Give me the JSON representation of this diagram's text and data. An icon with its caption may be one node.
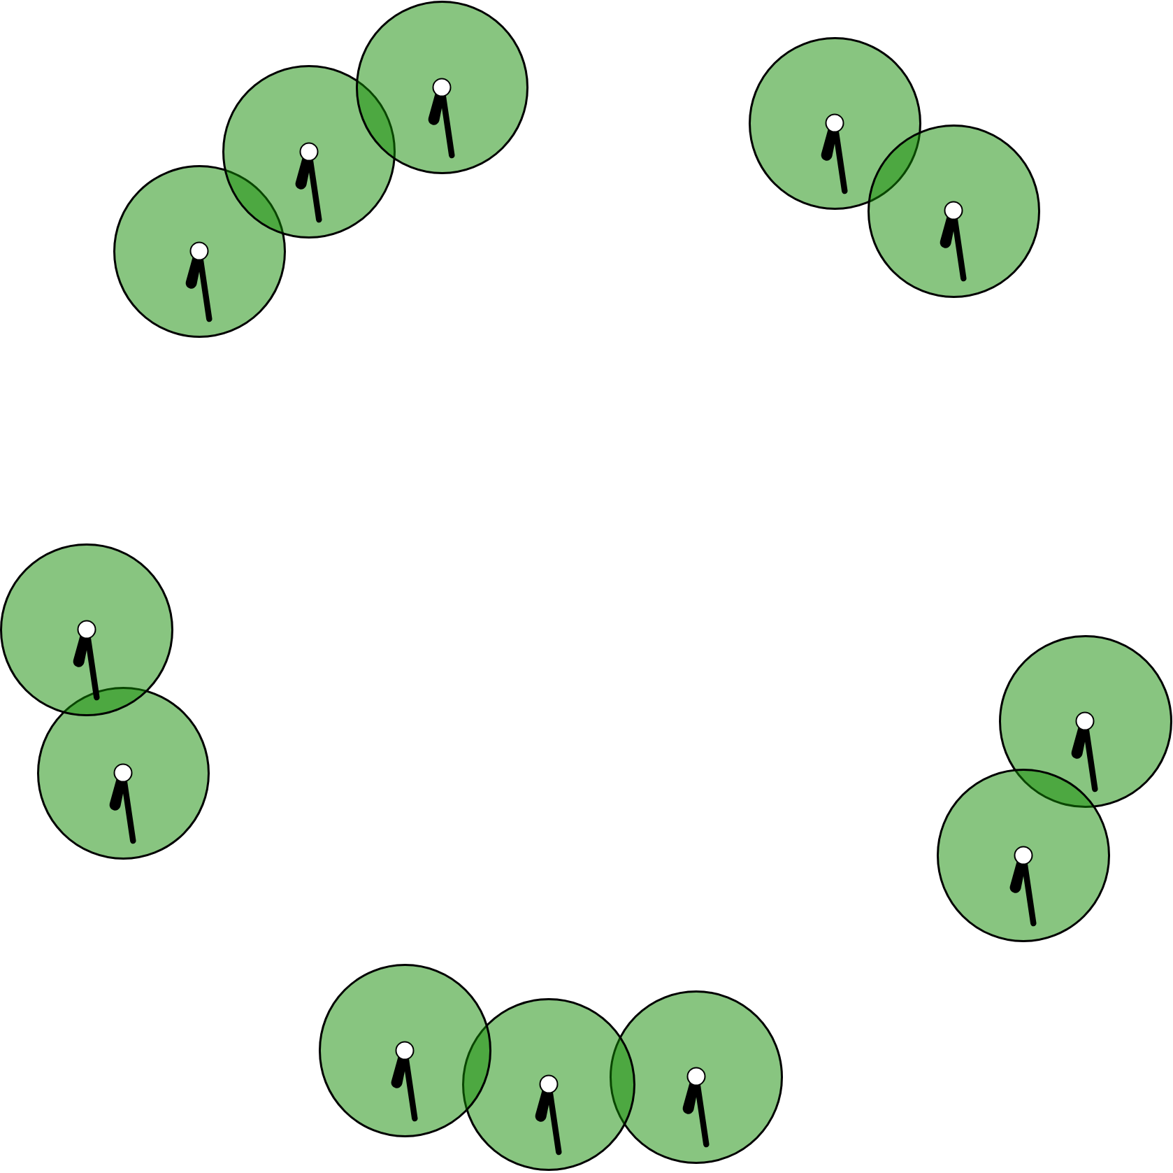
{
  "diagram": {
    "nodes": [
      {
        "text": [],
        "shape": "circle"
      },
      {
        "text": [],
        "shape": "circle"
      },
      {
        "text": [],
        "shape": "circle"
      },
      {
        "text": [],
        "shape": "circle"
      },
      {
        "text": [],
        "shape": "circle"
      },
      {
        "text": [],
        "shape": "circle"
      },
      {
        "text": [],
        "shape": "circle"
      },
      {
        "text": [],
        "shape": "circle"
      },
      {
        "text": [],
        "shape": "circle"
      },
      {
        "text": [],
        "shape": "circle"
      },
      {
        "text": [],
        "shape": "circle"
      },
      {
        "text": [],
        "shape": "circle"
      }
    ]
  }
}
